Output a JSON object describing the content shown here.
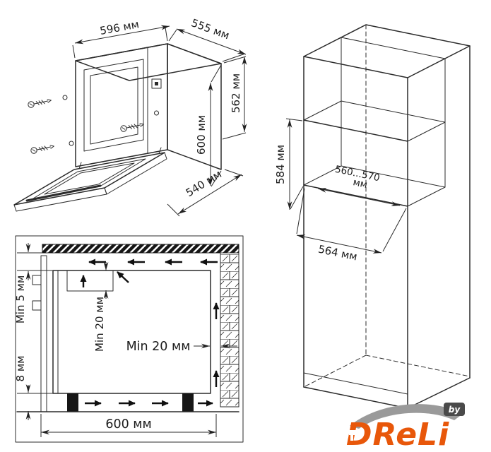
{
  "oven_view": {
    "dim_width_top": "596 мм",
    "dim_depth_top": "555 мм",
    "dim_height_rear": "562 мм",
    "dim_height_front": "600 мм",
    "dim_depth_bottom": "540 мм"
  },
  "cabinet_view": {
    "dim_niche_height": "584 мм",
    "dim_niche_width_value": "560...570",
    "dim_niche_width_unit": "мм",
    "dim_base_depth": "564 мм"
  },
  "section_view": {
    "dim_top_clearance": "Min 5 мм",
    "dim_rear_clearance": "Min 20 мм",
    "dim_side_clearance": "Min 20 мм",
    "dim_bottom_clearance": "8 мм",
    "dim_overall_width": "600 мм"
  },
  "logo": {
    "brand": "DReLi",
    "by_label": "by",
    "accent_color": "#e8570a",
    "swoosh_color": "#9a9a9a"
  },
  "colors": {
    "background": "#ffffff",
    "line": "#2b2b2b"
  }
}
